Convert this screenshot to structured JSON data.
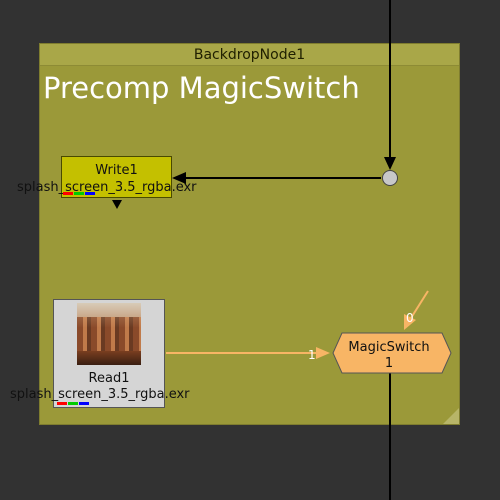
{
  "backdrop": {
    "title": "BackdropNode1",
    "label": "Precomp MagicSwitch",
    "color": "#9b9939"
  },
  "write_node": {
    "name": "Write1",
    "file": "splash_screen_3.5_rgba.exr",
    "color": "#c4c000"
  },
  "read_node": {
    "name": "Read1",
    "file": "splash_screen_3.5_rgba.exr",
    "color": "#d5d5d5"
  },
  "switch_node": {
    "name": "MagicSwitch",
    "index": "1",
    "input_0_label": "0",
    "input_1_label": "1",
    "color": "#f8b565"
  },
  "channel_colors": [
    "#ff0000",
    "#00cc00",
    "#0000ff"
  ],
  "wire_color": "#f8b565",
  "pipe_color": "#000000"
}
